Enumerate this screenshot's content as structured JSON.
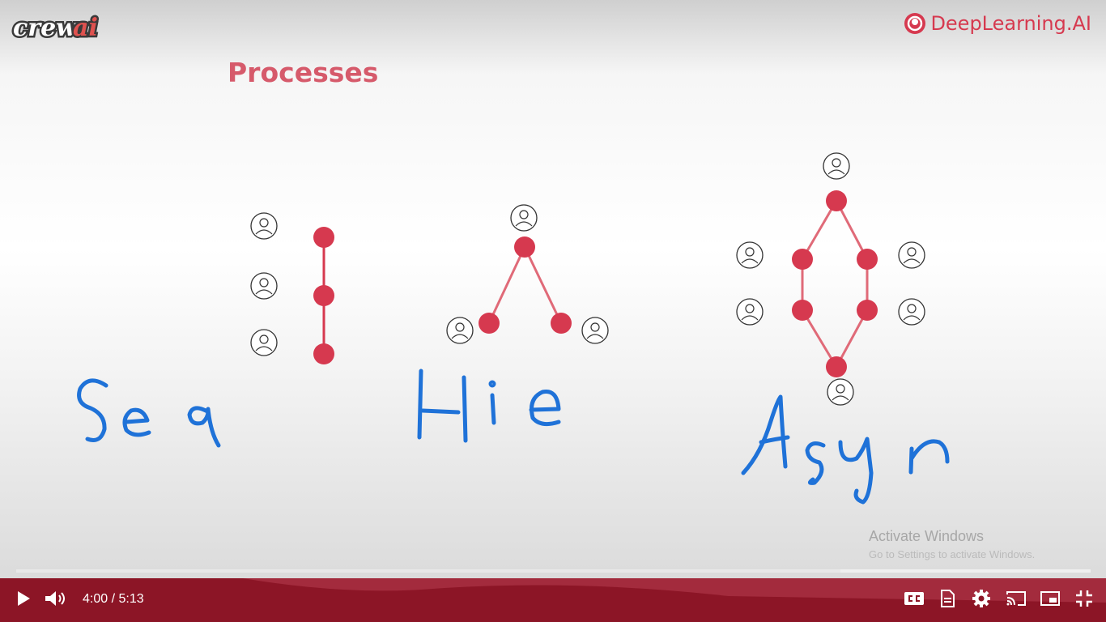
{
  "slide": {
    "title": "Processes",
    "brand_left": "crewai",
    "brand_right": "DeepLearning.AI",
    "accent_color": "#d6394f",
    "annotations": [
      "Seq",
      "Hie",
      "Asyn"
    ]
  },
  "watermark": {
    "line1": "Activate Windows",
    "line2": "Go to Settings to activate Windows."
  },
  "player": {
    "current_time": "4:00",
    "separator": " / ",
    "duration": "5:13",
    "progress_fraction": 0.767,
    "icons": [
      "play-icon",
      "volume-icon",
      "captions-icon",
      "transcript-icon",
      "settings-icon",
      "cast-icon",
      "miniplayer-icon",
      "exit-fullscreen-icon"
    ]
  }
}
